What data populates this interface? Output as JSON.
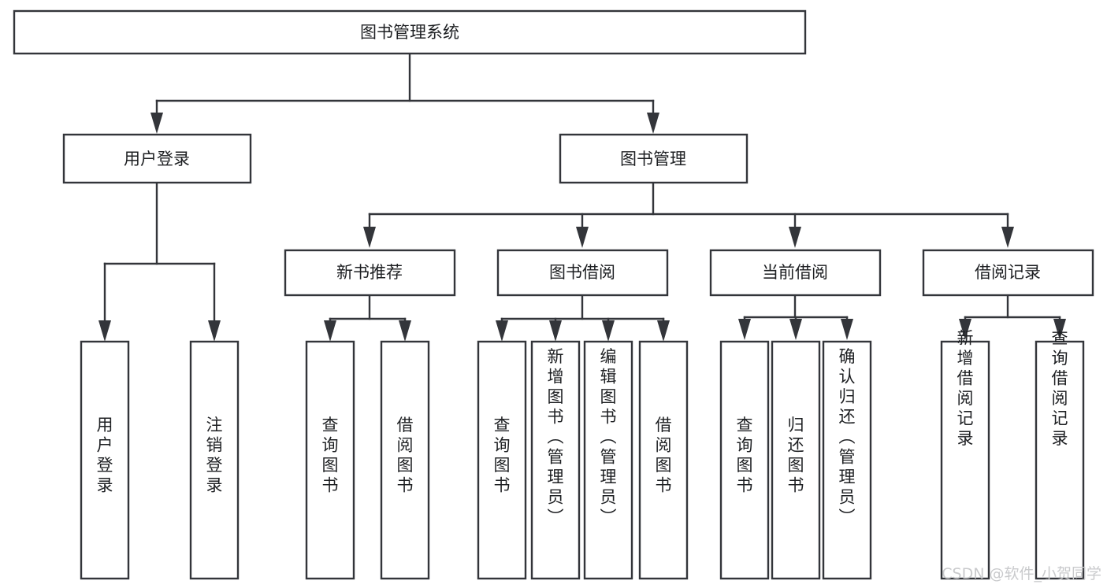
{
  "diagram": {
    "title": "图书管理系统",
    "type": "tree",
    "orientation": "top-down",
    "colors": {
      "box_stroke": "#33353a",
      "box_fill": "#ffffff",
      "connector": "#33353a",
      "label_text": "#1d1f22",
      "watermark": "#c9cacc",
      "background": "#ffffff"
    },
    "nodes": {
      "root": {
        "label": "图书管理系统",
        "level": 0,
        "orientation": "horizontal"
      },
      "level2": [
        {
          "id": "user-login",
          "label": "用户登录",
          "orientation": "horizontal"
        },
        {
          "id": "book-management",
          "label": "图书管理",
          "orientation": "horizontal"
        }
      ],
      "level3": [
        {
          "id": "new-book-recommend",
          "label": "新书推荐",
          "orientation": "horizontal"
        },
        {
          "id": "book-borrow",
          "label": "图书借阅",
          "orientation": "horizontal"
        },
        {
          "id": "current-borrow",
          "label": "当前借阅",
          "orientation": "horizontal"
        },
        {
          "id": "borrow-record",
          "label": "借阅记录",
          "orientation": "horizontal"
        }
      ],
      "leaves": {
        "user-login": [
          {
            "id": "leaf-user-login",
            "label": "用户登录",
            "orientation": "vertical"
          },
          {
            "id": "leaf-logout-login",
            "label": "注销登录",
            "orientation": "vertical"
          }
        ],
        "new-book-recommend": [
          {
            "id": "leaf-query-book-1",
            "label": "查询图书",
            "orientation": "vertical"
          },
          {
            "id": "leaf-borrow-book-1",
            "label": "借阅图书",
            "orientation": "vertical"
          }
        ],
        "book-borrow": [
          {
            "id": "leaf-query-book-2",
            "label": "查询图书",
            "orientation": "vertical"
          },
          {
            "id": "leaf-add-book",
            "label": "新增图书（管理员）",
            "orientation": "vertical"
          },
          {
            "id": "leaf-edit-book",
            "label": "编辑图书（管理员）",
            "orientation": "vertical"
          },
          {
            "id": "leaf-borrow-book-2",
            "label": "借阅图书",
            "orientation": "vertical"
          }
        ],
        "current-borrow": [
          {
            "id": "leaf-query-book-3",
            "label": "查询图书",
            "orientation": "vertical"
          },
          {
            "id": "leaf-return-book",
            "label": "归还图书",
            "orientation": "vertical"
          },
          {
            "id": "leaf-confirm-return",
            "label": "确认归还（管理员）",
            "orientation": "vertical"
          }
        ],
        "borrow-record": [
          {
            "id": "leaf-add-record",
            "label": "新增借阅记录",
            "orientation": "vertical"
          },
          {
            "id": "leaf-query-record",
            "label": "查询借阅记录",
            "orientation": "vertical"
          }
        ]
      }
    }
  },
  "watermark": {
    "text": "CSDN @软件_小贺同学"
  }
}
